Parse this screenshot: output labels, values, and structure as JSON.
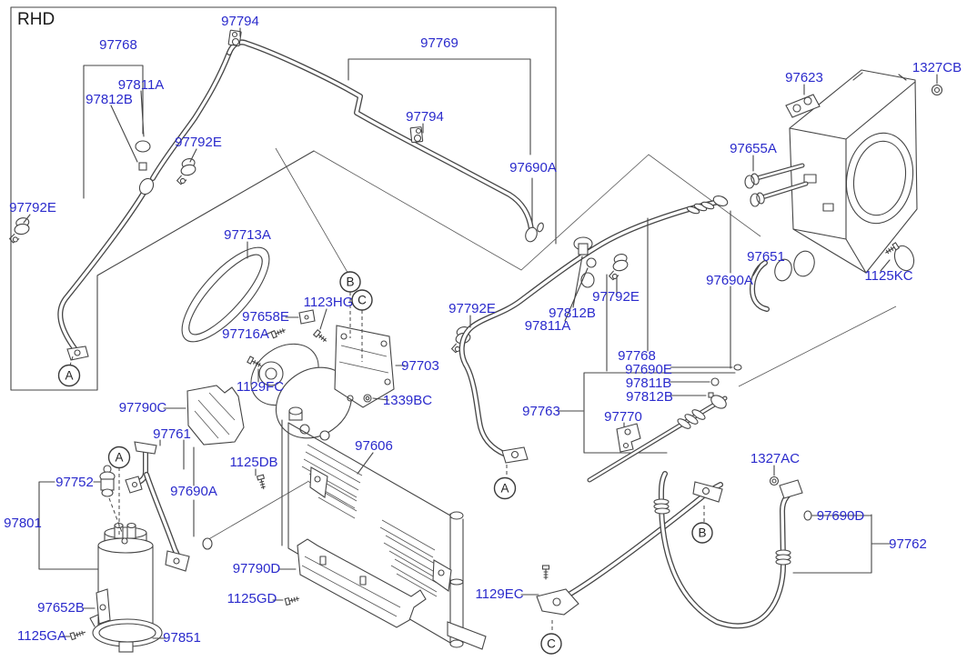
{
  "diagram": {
    "variant_label": "RHD",
    "colors": {
      "part_label": "#2a2acc",
      "line": "#454545",
      "callout": "#222222",
      "background": "#ffffff"
    },
    "part_labels": [
      "97794",
      "97768",
      "97811A",
      "97812B",
      "97792E",
      "97792E",
      "97769",
      "97794",
      "97690A",
      "97623",
      "1327CB",
      "97655A",
      "97651",
      "97690A",
      "1125KC",
      "97713A",
      "1123HG",
      "97658E",
      "97716A",
      "97792E",
      "97812B",
      "97811A",
      "97792E",
      "97768",
      "97690E",
      "97811B",
      "97812B",
      "97763",
      "97770",
      "97703",
      "1129FC",
      "1339BC",
      "97790C",
      "97761",
      "97752",
      "97801",
      "97690A",
      "1125DB",
      "97606",
      "97790D",
      "1125GD",
      "97652B",
      "1125GA",
      "97851",
      "1129EC",
      "1327AC",
      "97690D",
      "97762"
    ],
    "callouts": [
      "A",
      "A",
      "B",
      "C",
      "A",
      "B",
      "C"
    ]
  }
}
